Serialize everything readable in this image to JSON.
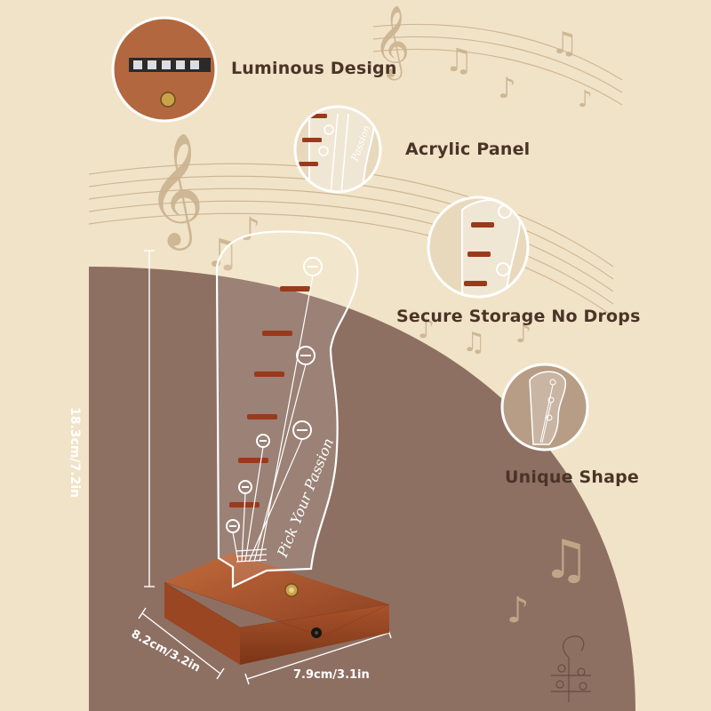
{
  "features": [
    {
      "label": "Luminous Design",
      "icon": "led-light-strip-icon"
    },
    {
      "label": "Acrylic Panel",
      "icon": "acrylic-panel-icon"
    },
    {
      "label": "Secure Storage No Drops",
      "icon": "pick-slots-icon"
    },
    {
      "label": "Unique Shape",
      "icon": "guitar-headstock-icon"
    }
  ],
  "dimensions": {
    "height": "18.3cm/7.2in",
    "depth": "8.2cm/3.2in",
    "width": "7.9cm/3.1in"
  },
  "engraving": "Pick Your Passion",
  "engraving_short": "Passion",
  "colors": {
    "background_cream": "#f1e3c7",
    "brown_arc": "#8e7063",
    "wood": "#a8542c",
    "label_text": "#4a3427"
  }
}
